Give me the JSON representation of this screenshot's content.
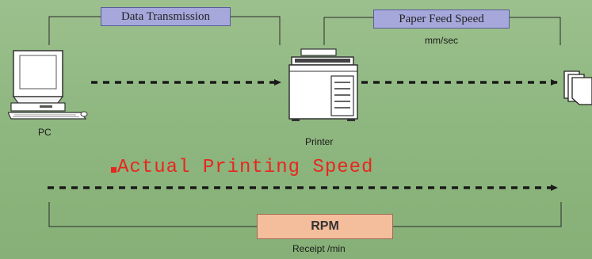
{
  "labels": {
    "data_transmission": "Data Transmission",
    "paper_feed_speed": "Paper Feed Speed",
    "feed_unit": "mm/sec",
    "pc": "PC",
    "printer": "Printer",
    "actual_printing_speed": "Actual Printing Speed",
    "rpm": "RPM",
    "rpm_unit": "Receipt /min"
  },
  "icons": [
    "pc-icon",
    "printer-icon",
    "receipt-stack-icon"
  ],
  "colors": {
    "background": "#8fb780",
    "box_blue": "#a6a8dc",
    "box_rpm": "#f4bd9c",
    "headline": "#e8261e",
    "arrow": "#1a1a1a"
  }
}
